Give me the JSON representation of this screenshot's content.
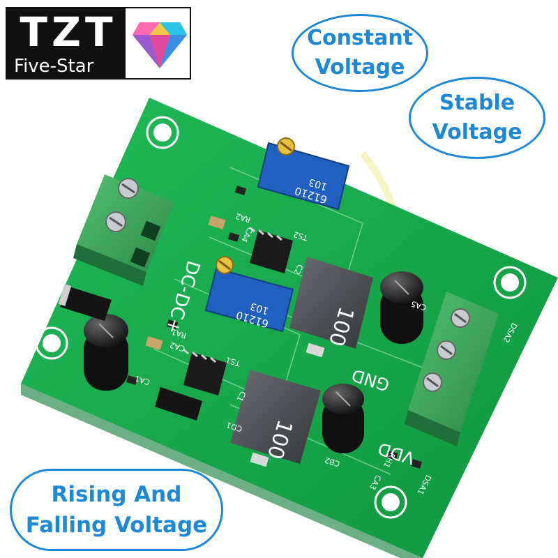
{
  "logo": {
    "title": "TZT",
    "subtitle": "Five-Star"
  },
  "callouts": {
    "constant": [
      "Constant",
      "Voltage"
    ],
    "stable": [
      "Stable",
      "Voltage"
    ],
    "rising": [
      "Rising And",
      "Falling Voltage"
    ]
  },
  "board": {
    "silk_dc_minus": "DC-",
    "silk_dc_plus": "DC+",
    "silk_gnd": "GND",
    "silk_vdd": "VDD",
    "pot_text": "61210",
    "pot_code": "103",
    "inductor_text": "100",
    "labels": {
      "ra1": "RA1",
      "ra2": "RA2",
      "ca1": "CA1",
      "ca2": "CA2",
      "ca4": "CA4",
      "ts1": "TS1",
      "ts2": "TS2",
      "cb2": "CB2",
      "ca3": "CA3",
      "ca5": "CA5",
      "c1": "C1",
      "c2": "C2",
      "rh1": "RH1",
      "dsa1": "DSA1",
      "dsa2": "DSA2",
      "cd1": "CD1"
    }
  },
  "colors": {
    "pcb": "#16a84a",
    "terminal": "#3aa15a",
    "accent": "#1e88d8",
    "trimmer": "#2060c0",
    "inductor": "#4a4d52"
  }
}
